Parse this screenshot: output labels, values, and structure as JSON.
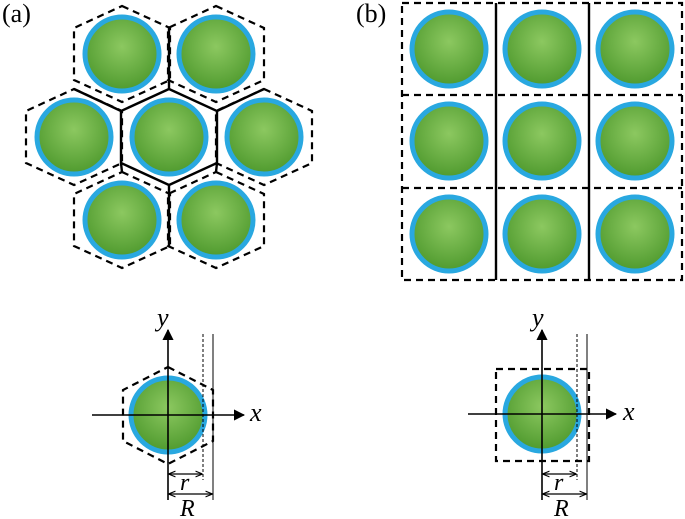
{
  "panels": {
    "a": {
      "label": "(a)",
      "axis_x": "x",
      "axis_y": "y",
      "dim_small": "r",
      "dim_large": "R"
    },
    "b": {
      "label": "(b)",
      "axis_x": "x",
      "axis_y": "y",
      "dim_small": "r",
      "dim_large": "R"
    }
  },
  "colors": {
    "fiber_fill_light": "#86c05a",
    "fiber_fill_dark": "#4f9a2e",
    "fiber_ring": "#29a8e0",
    "line": "#000000",
    "background": "#ffffff"
  }
}
